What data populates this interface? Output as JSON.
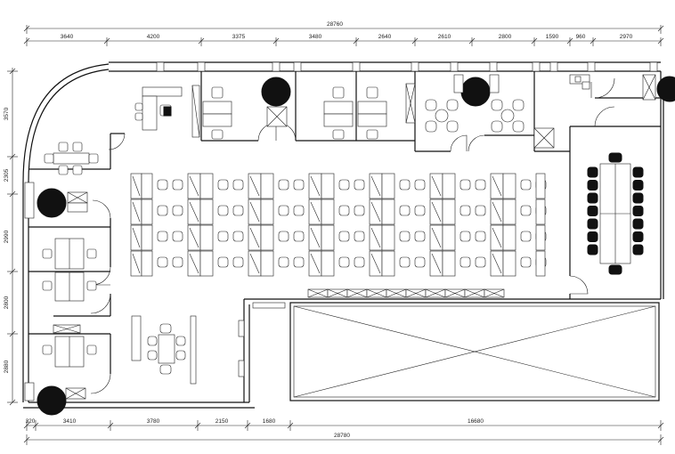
{
  "drawing": {
    "type": "office floor plan",
    "top_total": "28760",
    "bottom_total": "28780",
    "top_segments": [
      "3640",
      "4200",
      "3375",
      "3480",
      "2640",
      "2610",
      "2800",
      "1590",
      "960",
      "2970"
    ],
    "bottom_segments": [
      "320",
      "3410",
      "3780",
      "2150",
      "1680",
      "16680"
    ],
    "left_segments": [
      "3570",
      "2305",
      "2990",
      "2800",
      "2880"
    ]
  }
}
